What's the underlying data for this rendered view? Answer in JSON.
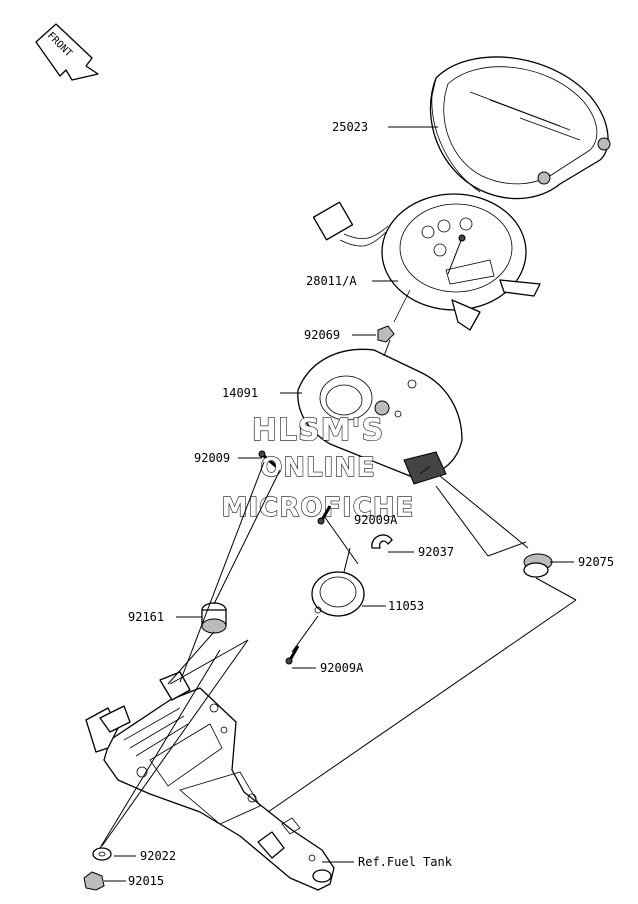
{
  "front_marker": {
    "label": "FRONT"
  },
  "watermark": {
    "lines": [
      "HLSM'S",
      "ONLINE",
      "MICROFICHE"
    ]
  },
  "callouts": [
    {
      "id": "lens-cover",
      "label": "25023"
    },
    {
      "id": "meter-assembly",
      "label": "28011/A"
    },
    {
      "id": "nut-upper",
      "label": "92069"
    },
    {
      "id": "meter-case",
      "label": "14091"
    },
    {
      "id": "screw-left",
      "label": "92009"
    },
    {
      "id": "screw-right",
      "label": "92009A"
    },
    {
      "id": "clamp",
      "label": "92037"
    },
    {
      "id": "grommet-right",
      "label": "92075"
    },
    {
      "id": "damper-left",
      "label": "92161"
    },
    {
      "id": "gasket-ring",
      "label": "11053"
    },
    {
      "id": "screw-lower",
      "label": "92009A"
    },
    {
      "id": "washer",
      "label": "92022"
    },
    {
      "id": "nut-lower",
      "label": "92015"
    },
    {
      "id": "ref-fuel-tank",
      "label": "Ref.Fuel Tank"
    }
  ]
}
